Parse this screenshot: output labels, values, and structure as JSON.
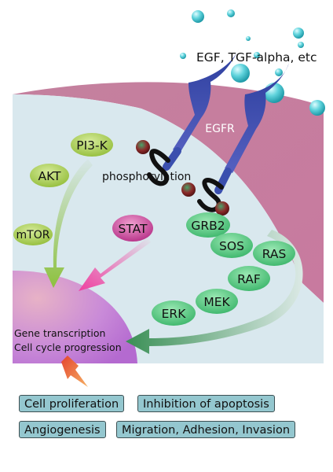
{
  "ligand_label": "EGF, TGF-alpha, etc",
  "receptor_label": "EGFR",
  "phosphorylation_label": "phosphorylation",
  "pathway_nodes": {
    "pi3k": "PI3-K",
    "akt": "AKT",
    "mtor": "mTOR",
    "stat": "STAT",
    "grb2": "GRB2",
    "sos": "SOS",
    "ras": "RAS",
    "raf": "RAF",
    "mek": "MEK",
    "erk": "ERK"
  },
  "nucleus_lines": [
    "Gene transcription",
    "Cell cycle progression"
  ],
  "outcomes": [
    "Cell proliferation",
    "Inhibition of apoptosis",
    "Angiogenesis",
    "Migration, Adhesion, Invasion"
  ],
  "colors": {
    "membrane": "#c97fa0",
    "cytoplasm": "#d9e8ee",
    "receptor": "#3a4fae",
    "green_nodes": "#4cc07a",
    "lime_nodes": "#a8c850",
    "stat": "#c2408f",
    "nucleus": "#c87ad6",
    "outcome_box": "#94c7cf"
  }
}
